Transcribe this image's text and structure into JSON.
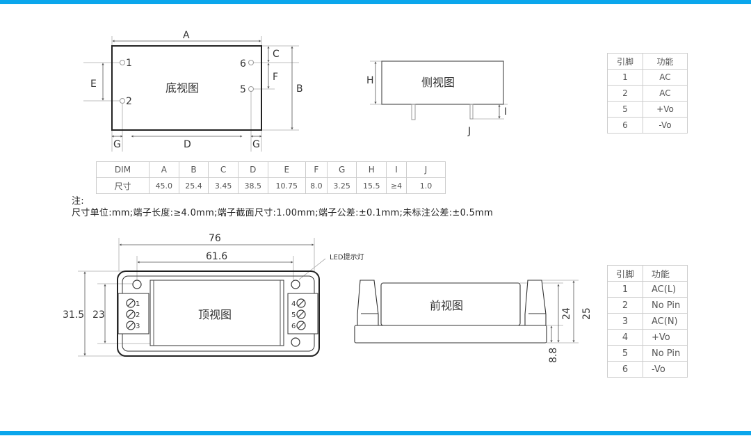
{
  "bottom_view": {
    "title": "底视图",
    "pins": [
      "1",
      "2",
      "5",
      "6"
    ],
    "dims": {
      "A": "A",
      "B": "B",
      "C": "C",
      "D": "D",
      "E": "E",
      "F": "F",
      "G": "G"
    }
  },
  "side_view": {
    "title": "侧视图",
    "dims": {
      "H": "H",
      "I": "I",
      "J": "J"
    }
  },
  "dim_table": {
    "headers": [
      "DIM",
      "A",
      "B",
      "C",
      "D",
      "E",
      "F",
      "G",
      "H",
      "I",
      "J"
    ],
    "values": [
      "尺寸",
      "45.0",
      "25.4",
      "3.45",
      "38.5",
      "10.75",
      "8.0",
      "3.25",
      "15.5",
      "≥4",
      "1.0"
    ]
  },
  "notes": {
    "label": "注:",
    "text": "尺寸单位:mm;端子长度:≥4.0mm;端子截面尺寸:1.00mm;端子公差:±0.1mm;未标注公差:±0.5mm"
  },
  "pin_table_1": {
    "headers": [
      "引脚",
      "功能"
    ],
    "rows": [
      [
        "1",
        "AC"
      ],
      [
        "2",
        "AC"
      ],
      [
        "5",
        "+Vo"
      ],
      [
        "6",
        "-Vo"
      ]
    ]
  },
  "top_view": {
    "title": "顶视图",
    "width": "76",
    "hole_span": "61.6",
    "height": "31.5",
    "inner_height": "23",
    "led_label": "LED提示灯",
    "left_terminals": [
      "1",
      "2",
      "3"
    ],
    "right_terminals": [
      "4",
      "5",
      "6"
    ]
  },
  "front_view": {
    "title": "前视图",
    "h1": "24",
    "h2": "25",
    "base": "8.8"
  },
  "pin_table_2": {
    "headers": [
      "引脚",
      "功能"
    ],
    "rows": [
      [
        "1",
        "AC(L)"
      ],
      [
        "2",
        "No Pin"
      ],
      [
        "3",
        "AC(N)"
      ],
      [
        "4",
        "+Vo"
      ],
      [
        "5",
        "No Pin"
      ],
      [
        "6",
        "-Vo"
      ]
    ]
  },
  "colors": {
    "accent": "#0aa6ec"
  }
}
